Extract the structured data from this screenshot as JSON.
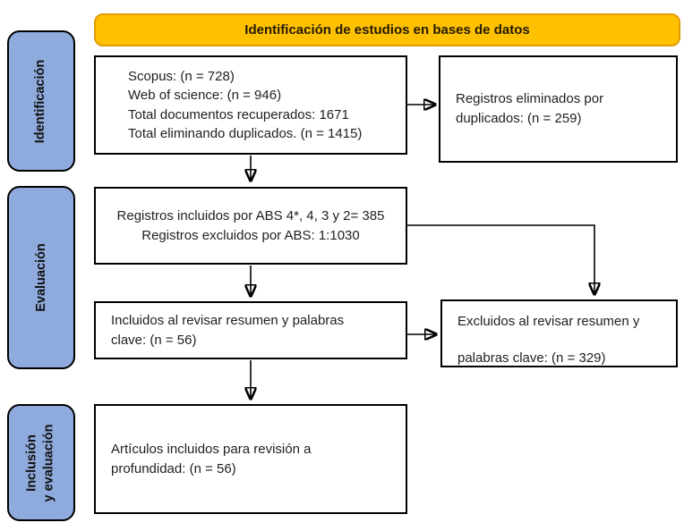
{
  "banner": {
    "label": "Identificación de estudios en bases de datos"
  },
  "stages": [
    {
      "lines": [
        "Identificación"
      ]
    },
    {
      "lines": [
        "Evaluación"
      ]
    },
    {
      "lines": [
        "Inclusión",
        "y evaluación"
      ]
    }
  ],
  "boxes": {
    "databases": {
      "lines": [
        "Scopus: (n = 728)",
        "Web of science: (n = 946)",
        "Total documentos recuperados: 1671",
        "Total eliminando duplicados. (n = 1415)"
      ]
    },
    "duplicates_removed": {
      "lines": [
        "Registros eliminados por",
        "duplicados: (n = 259)"
      ]
    },
    "abs_filter": {
      "lines": [
        "Registros incluidos por ABS 4*, 4, 3 y 2= 385",
        "Registros excluidos por ABS: 1:1030"
      ]
    },
    "abstract_included": {
      "lines": [
        "Incluidos al revisar resumen y palabras",
        "clave: (n = 56)"
      ]
    },
    "abstract_excluded": {
      "lines": [
        "Excluidos al revisar resumen y",
        "palabras clave: (n = 329)"
      ]
    },
    "final_included": {
      "lines": [
        "Artículos incluidos para revisión a",
        "profundidad: (n = 56)"
      ]
    }
  },
  "colors": {
    "banner_fill": "#FFC000",
    "banner_border": "#E39B00",
    "stage_fill": "#8FAADC",
    "box_border": "#000000",
    "arrow": "#000000",
    "text": "#1F1F1F"
  }
}
